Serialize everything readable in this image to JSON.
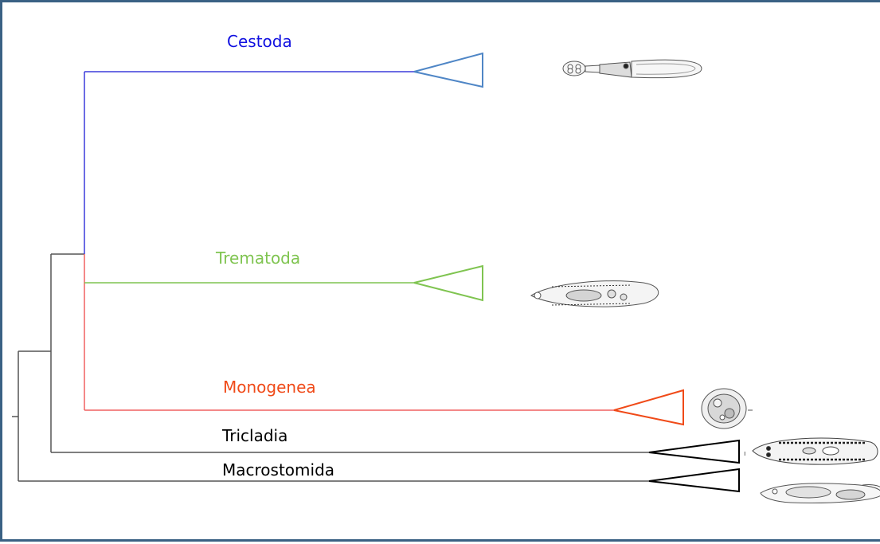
{
  "clades": [
    {
      "id": "cestoda",
      "label": "Cestoda",
      "color": "#1010e0",
      "branch_color": "#3b3bdc",
      "triangle_color": "#4f86c6",
      "icon": "tapeworm-illustration"
    },
    {
      "id": "trematoda",
      "label": "Trematoda",
      "color": "#7fc450",
      "branch_color": "#7fc450",
      "triangle_color": "#7fc450",
      "icon": "fluke-illustration"
    },
    {
      "id": "monogenea",
      "label": "Monogenea",
      "color": "#f04a18",
      "branch_color": "#f06060",
      "triangle_color": "#f04a18",
      "icon": "monogenean-illustration"
    },
    {
      "id": "tricladia",
      "label": "Tricladia",
      "color": "#000000",
      "branch_color": "#555555",
      "triangle_color": "#000000",
      "icon": "planarian-illustration"
    },
    {
      "id": "macrostomida",
      "label": "Macrostomida",
      "color": "#000000",
      "branch_color": "#555555",
      "triangle_color": "#000000",
      "icon": "macrostomid-illustration"
    }
  ],
  "frame_color": "#3a6184"
}
